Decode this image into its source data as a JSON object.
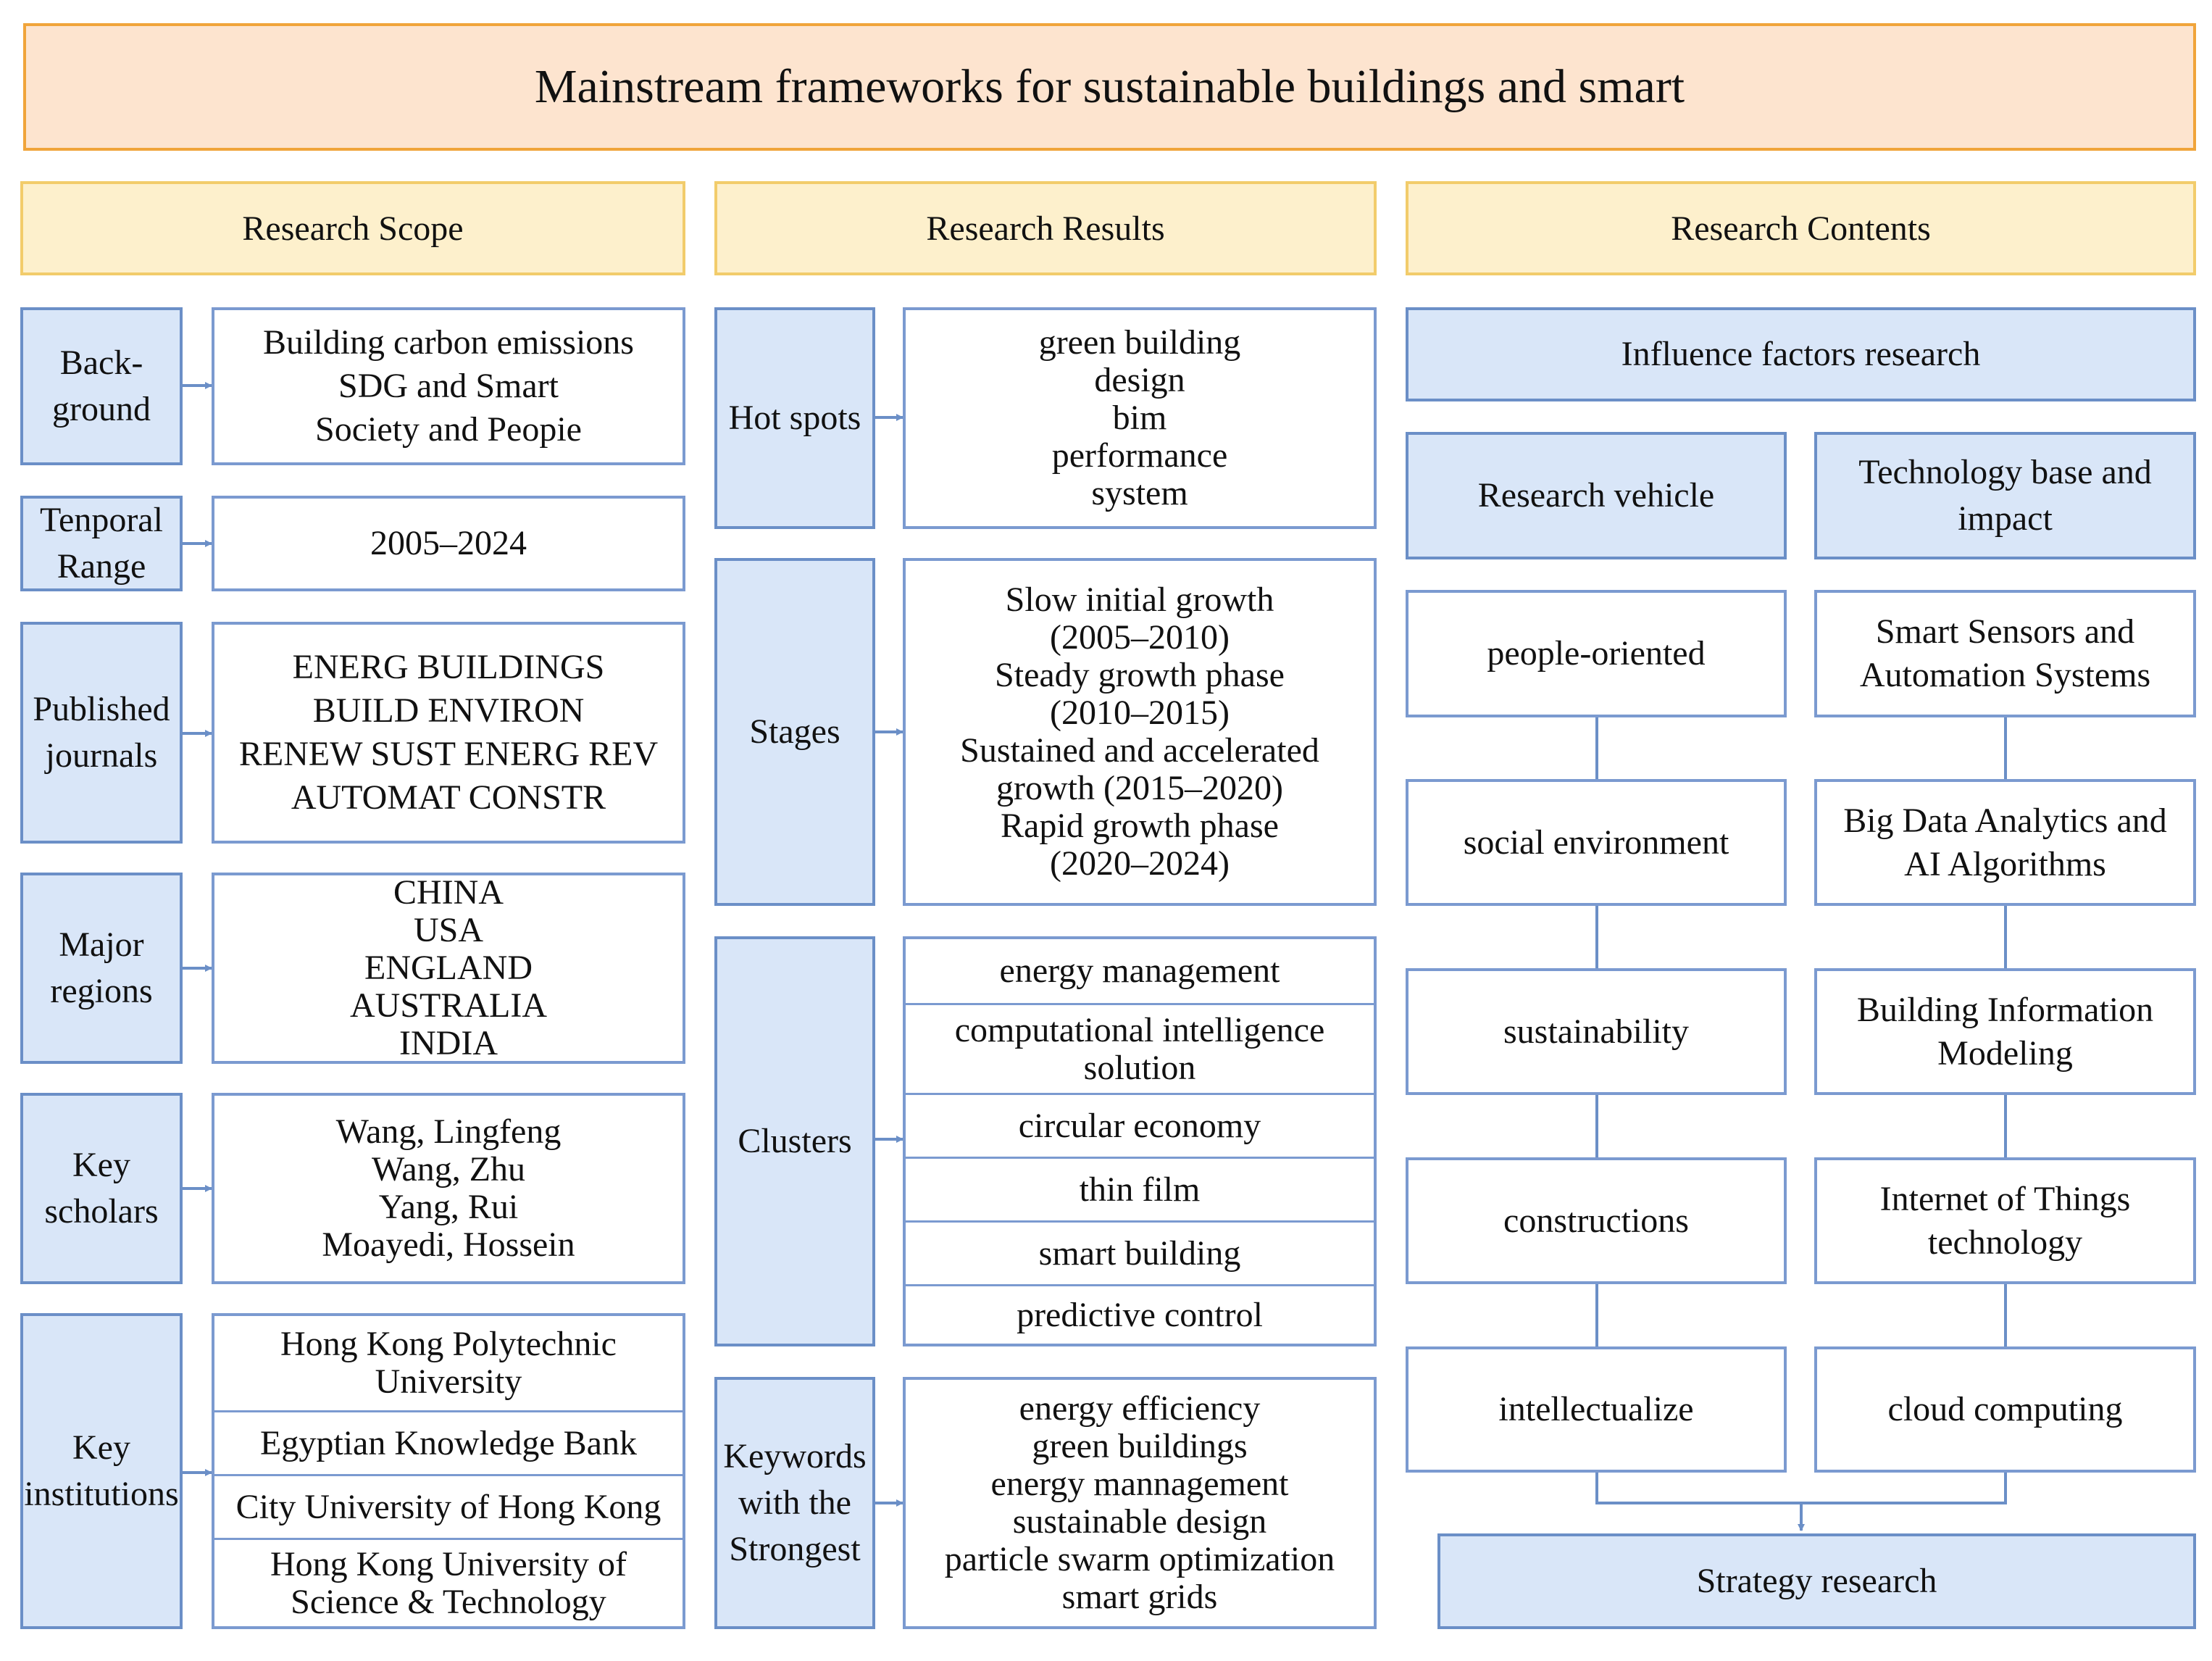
{
  "title": "Mainstream frameworks for sustainable buildings and smart",
  "columns": {
    "scope": "Research Scope",
    "results": "Research Results",
    "contents": "Research Contents"
  },
  "scope": {
    "background": {
      "label": [
        "Back-",
        "ground"
      ],
      "values": [
        "Building carbon emissions",
        "SDG and Smart",
        "Society and Peopie"
      ]
    },
    "temporal": {
      "label": [
        "Tenporal",
        "Range"
      ],
      "values": [
        "2005–2024"
      ]
    },
    "journals": {
      "label": [
        "Published",
        "journals"
      ],
      "values": [
        "ENERG BUILDINGS",
        "BUILD ENVIRON",
        "RENEW SUST ENERG REV",
        "AUTOMAT CONSTR"
      ]
    },
    "regions": {
      "label": [
        "Major",
        "regions"
      ],
      "values": [
        "CHINA",
        "USA",
        "ENGLAND",
        "AUSTRALIA",
        "INDIA"
      ]
    },
    "scholars": {
      "label": [
        "Key",
        "scholars"
      ],
      "values": [
        "Wang, Lingfeng",
        "Wang, Zhu",
        "Yang, Rui",
        "Moayedi, Hossein"
      ]
    },
    "institutions": {
      "label": [
        "Key",
        "institutions"
      ],
      "values": [
        [
          "Hong Kong Polytechnic",
          "University"
        ],
        [
          "Egyptian Knowledge Bank"
        ],
        [
          "City University of Hong Kong"
        ],
        [
          "Hong Kong University of",
          "Science & Technology"
        ]
      ]
    }
  },
  "results": {
    "hotspots": {
      "label": [
        "Hot spots"
      ],
      "values": [
        "green building",
        "design",
        "bim",
        "performance",
        "system"
      ]
    },
    "stages": {
      "label": [
        "Stages"
      ],
      "values": [
        "Slow initial growth",
        "(2005–2010)",
        "Steady growth phase",
        "(2010–2015)",
        "Sustained and accelerated",
        "growth (2015–2020)",
        "Rapid growth phase",
        "(2020–2024)"
      ]
    },
    "clusters": {
      "label": [
        "Clusters"
      ],
      "values": [
        [
          "energy management"
        ],
        [
          "computational intelligence",
          "solution"
        ],
        [
          "circular economy"
        ],
        [
          "thin film"
        ],
        [
          "smart building"
        ],
        [
          "predictive control"
        ]
      ]
    },
    "keywords": {
      "label": [
        "Keywords",
        "with the",
        "Strongest"
      ],
      "values": [
        "energy efficiency",
        "green buildings",
        "energy mannagement",
        "sustainable design",
        "particle swarm optimization",
        "smart grids"
      ]
    }
  },
  "contents": {
    "influence": "Influence factors research",
    "vehicle": {
      "label": "Research vehicle",
      "items": [
        "people-oriented",
        "social environment",
        "sustainability",
        "constructions",
        "intellectualize"
      ]
    },
    "technology": {
      "label": [
        "Technology base and",
        "impact"
      ],
      "items": [
        [
          "Smart Sensors and",
          "Automation Systems"
        ],
        [
          "Big Data Analytics and",
          "AI Algorithms"
        ],
        [
          "Building Information",
          "Modeling"
        ],
        [
          "Internet of Things",
          "technology"
        ],
        [
          "cloud computing"
        ]
      ]
    },
    "strategy": "Strategy research"
  },
  "colors": {
    "title_fill": "#fde4cf",
    "title_border": "#f0a43a",
    "header_fill": "#fdf0cc",
    "header_border": "#f2cc6b",
    "label_fill": "#d9e6f8",
    "border_blue": "#6b8fc7"
  }
}
